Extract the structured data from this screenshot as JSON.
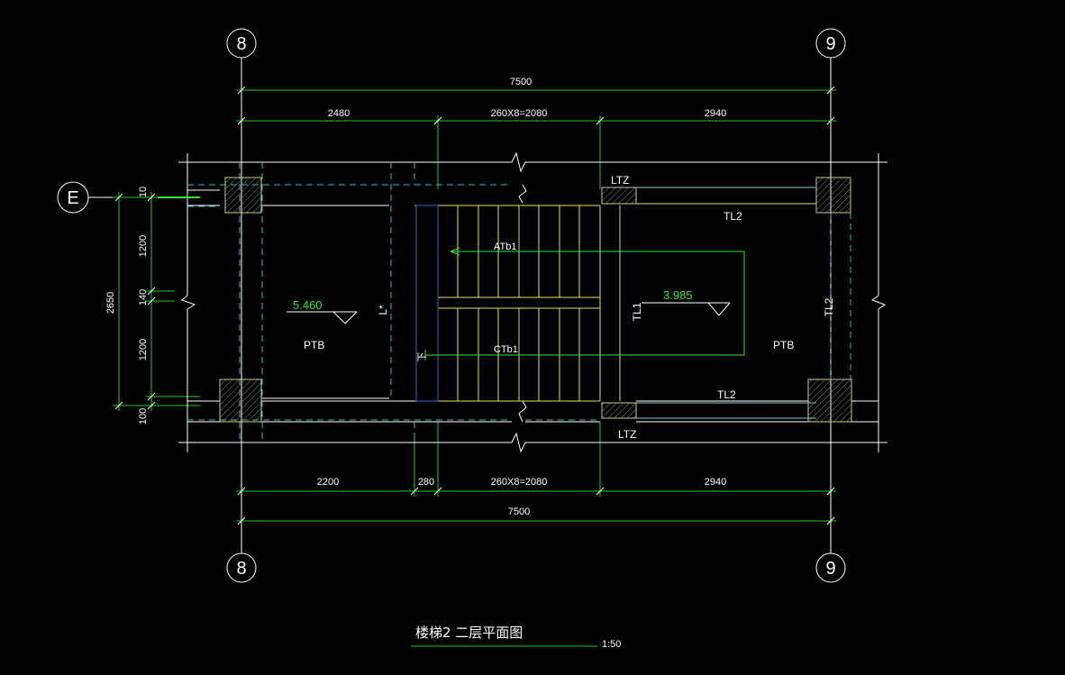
{
  "colors": {
    "background": "#000000",
    "outline": "#ffffff",
    "dimension": "#22cc22",
    "hidden_line": "#33bbcc",
    "stair": "#e8e060",
    "beam": "#88ccdd",
    "level": "#33e333"
  },
  "axes": {
    "top_left": "8",
    "top_right": "9",
    "bottom_left": "8",
    "bottom_right": "9",
    "side": "E"
  },
  "dims_top": {
    "total": "7500",
    "left": "2480",
    "middle": "260X8=2080",
    "right": "2940"
  },
  "dims_bottom": {
    "left": "2200",
    "small": "280",
    "middle": "260X8=2080",
    "right": "2940",
    "total": "7500"
  },
  "dims_left": {
    "total": "2650",
    "d1": "10",
    "d2": "1200",
    "d3": "140",
    "d4": "1200",
    "d5": "100"
  },
  "labels": {
    "ltz_top": "LTZ",
    "ltz_bottom": "LTZ",
    "tl2_top": "TL2",
    "tl2_bottom": "TL2",
    "tl2_right": "TL2",
    "tl1": "TL1",
    "l_star": "L*",
    "atb1": "ATb1",
    "ctb1": "CTb1",
    "ptb_left": "PTB",
    "ptb_right": "PTB",
    "down_mark": "下"
  },
  "levels": {
    "left": "5.460",
    "right": "3.985"
  },
  "title": {
    "name": "楼梯2   二层平面图",
    "scale": "1:50"
  }
}
